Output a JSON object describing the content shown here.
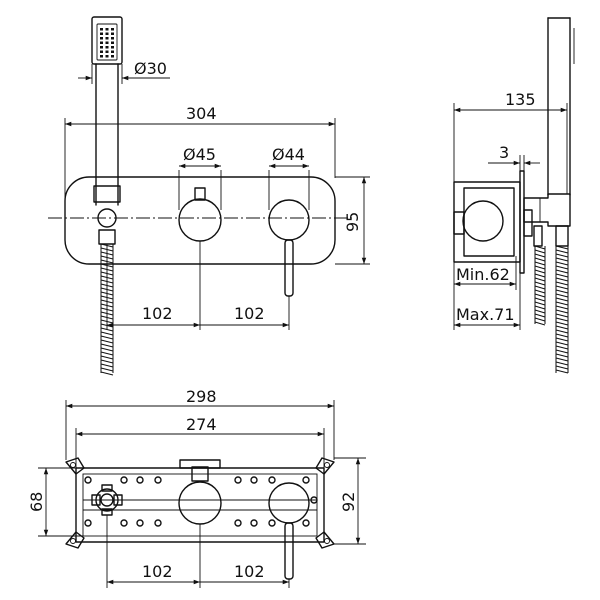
{
  "front_view": {
    "dim_hand_shower_diameter": "Ø30",
    "dim_overall_width": "304",
    "dim_left_knob_diameter": "Ø45",
    "dim_right_knob_diameter": "Ø44",
    "dim_plate_height": "95",
    "dim_spacing_left": "102",
    "dim_spacing_right": "102"
  },
  "side_view": {
    "dim_total_depth": "135",
    "dim_plate_thickness": "3",
    "dim_min_depth": "Min.62",
    "dim_max_depth": "Max.71"
  },
  "bottom_view": {
    "dim_outer_width": "298",
    "dim_inner_width": "274",
    "dim_height_left": "68",
    "dim_height_right": "92",
    "dim_spacing_left": "102",
    "dim_spacing_right": "102"
  }
}
